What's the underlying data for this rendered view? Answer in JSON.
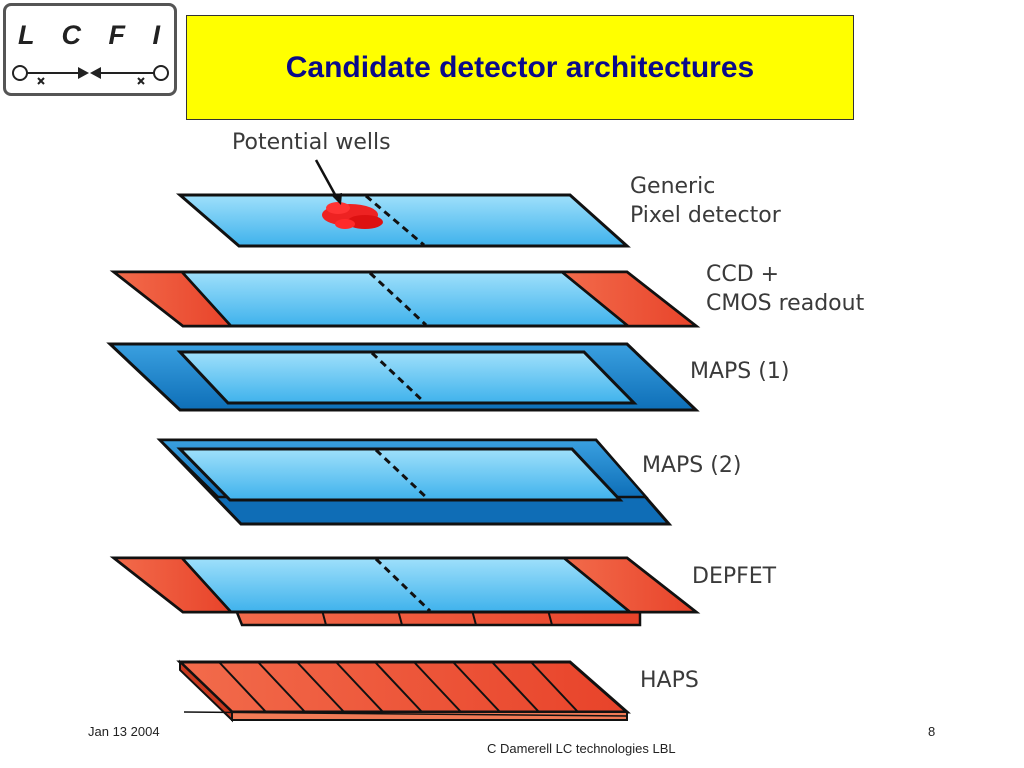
{
  "logo": {
    "text": "L C F I",
    "icon": "lcfi-beamline-icon"
  },
  "title": "Candidate detector architectures",
  "diagram": {
    "callout": "Potential wells",
    "layers": [
      {
        "id": "generic",
        "line1": "Generic",
        "line2": "Pixel detector"
      },
      {
        "id": "ccd",
        "line1": "CCD +",
        "line2": "CMOS readout"
      },
      {
        "id": "maps1",
        "line1": "MAPS (1)",
        "line2": ""
      },
      {
        "id": "maps2",
        "line1": "MAPS (2)",
        "line2": ""
      },
      {
        "id": "depfet",
        "line1": "DEPFET",
        "line2": ""
      },
      {
        "id": "haps",
        "line1": "HAPS",
        "line2": ""
      }
    ]
  },
  "colors": {
    "sensor_light": "#8ad4f5",
    "sensor_dark": "#1a86d0",
    "readout_red": "#ee5533",
    "title_bg": "#ffff00",
    "title_text": "#0a0a8a"
  },
  "footer": {
    "date": "Jan 13 2004",
    "page": "8",
    "credit": "C Damerell LC technologies LBL"
  }
}
